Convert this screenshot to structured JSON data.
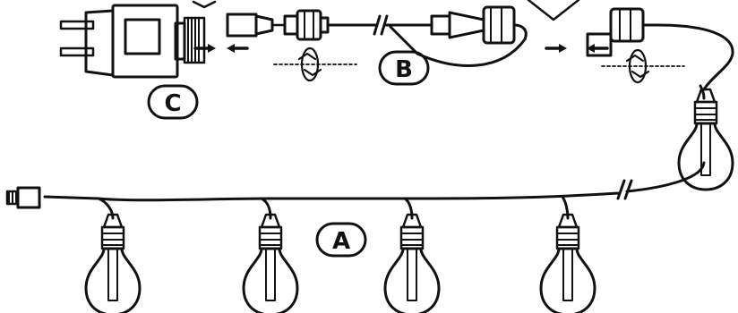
{
  "labels": {
    "string_lights": "A",
    "extension_cable": "B",
    "power_adapter": "C"
  },
  "colors": {
    "line": "#111111",
    "background": "#ffffff"
  }
}
